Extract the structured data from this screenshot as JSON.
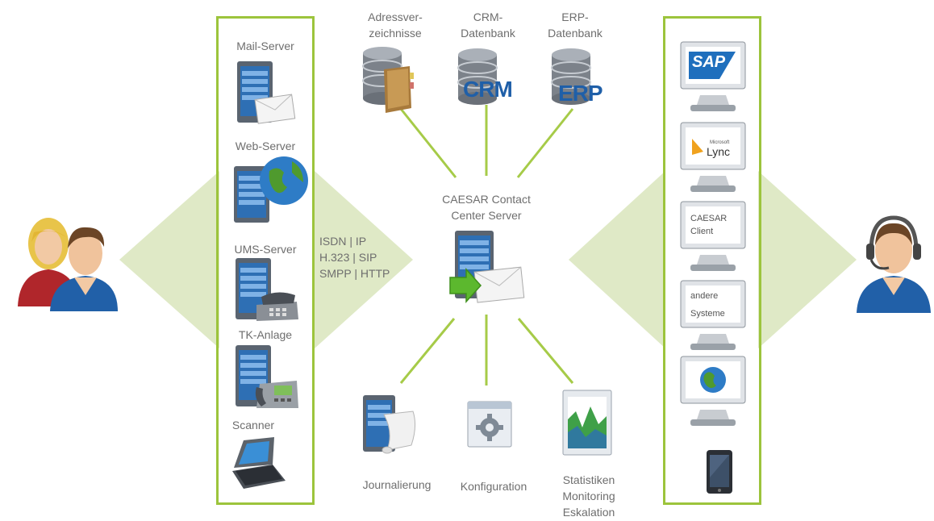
{
  "center": {
    "title_line1": "CAESAR Contact",
    "title_line2": "Center Server"
  },
  "databases": [
    {
      "label_line1": "Adressver-",
      "label_line2": "zeichnisse",
      "icon": "address-book-database-icon"
    },
    {
      "label_line1": "CRM-",
      "label_line2": "Datenbank",
      "badge": "CRM",
      "icon": "crm-database-icon"
    },
    {
      "label_line1": "ERP-",
      "label_line2": "Datenbank",
      "badge": "ERP",
      "icon": "erp-database-icon"
    }
  ],
  "left_servers": [
    {
      "label": "Mail-Server",
      "icon": "mail-server-icon"
    },
    {
      "label": "Web-Server",
      "icon": "web-server-icon"
    },
    {
      "label": "UMS-Server",
      "icon": "ums-server-icon"
    },
    {
      "label": "TK-Anlage",
      "icon": "tk-anlage-icon"
    },
    {
      "label": "Scanner",
      "icon": "scanner-icon"
    }
  ],
  "protocols": {
    "line1": "ISDN | IP",
    "line2": "H.323 | SIP",
    "line3": "SMPP | HTTP"
  },
  "bottom_modules": [
    {
      "label": "Journalierung",
      "icon": "journal-icon"
    },
    {
      "label": "Konfiguration",
      "icon": "configuration-icon"
    },
    {
      "label_line1": "Statistiken",
      "label_line2": "Monitoring",
      "label_line3": "Eskalation",
      "icon": "statistics-icon"
    }
  ],
  "right_clients": [
    {
      "screen_text": "SAP",
      "icon": "sap-monitor-icon"
    },
    {
      "screen_text_small": "Microsoft",
      "screen_text": "Lync",
      "icon": "lync-monitor-icon"
    },
    {
      "screen_text_line1": "CAESAR",
      "screen_text_line2": "Client",
      "icon": "caesar-client-monitor-icon"
    },
    {
      "screen_text_line1": "andere",
      "screen_text_line2": "Systeme",
      "icon": "other-systems-monitor-icon"
    },
    {
      "icon": "web-monitor-icon"
    },
    {
      "icon": "smartphone-icon"
    }
  ],
  "colors": {
    "accent_green": "#9cc43c",
    "light_green": "#dfe9c6",
    "text_gray": "#6e6e6e",
    "server_blue": "#2e6fb4"
  }
}
